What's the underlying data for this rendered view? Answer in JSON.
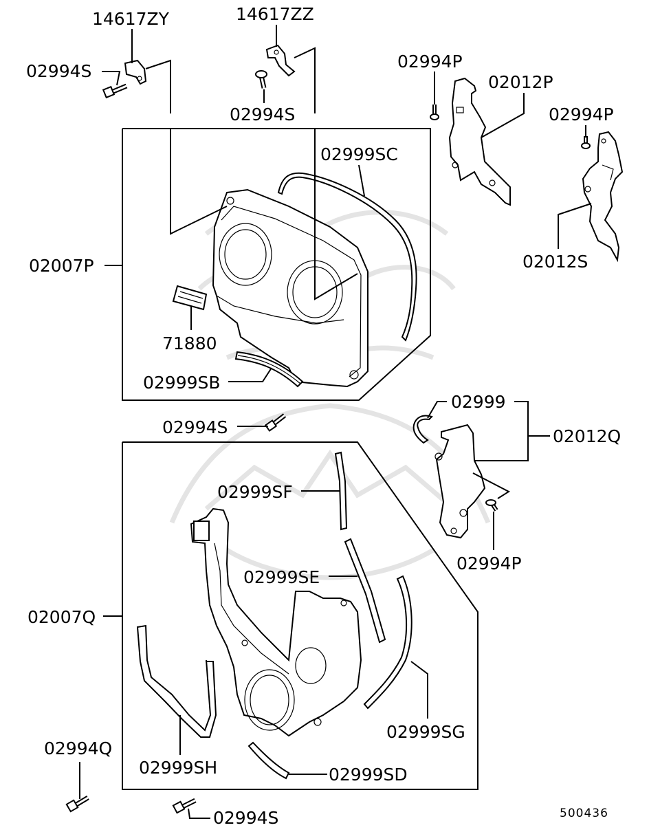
{
  "diagram_id": "500436",
  "labels": {
    "p14617ZY": "14617ZY",
    "p14617ZZ": "14617ZZ",
    "p02994S_tl": "02994S",
    "p02994S_tm": "02994S",
    "p02994P_t": "02994P",
    "p02012P": "02012P",
    "p02994P_r": "02994P",
    "p02999SC": "02999SC",
    "p02007P": "02007P",
    "p02012S": "02012S",
    "p71880": "71880",
    "p02999SB": "02999SB",
    "p02999": "02999",
    "p02012Q": "02012Q",
    "p02994S_mid": "02994S",
    "p02999SF": "02999SF",
    "p02994P_m": "02994P",
    "p02999SE": "02999SE",
    "p02007Q": "02007Q",
    "p02999SG": "02999SG",
    "p02994Q": "02994Q",
    "p02999SH": "02999SH",
    "p02999SD": "02999SD",
    "p02994S_b": "02994S"
  }
}
